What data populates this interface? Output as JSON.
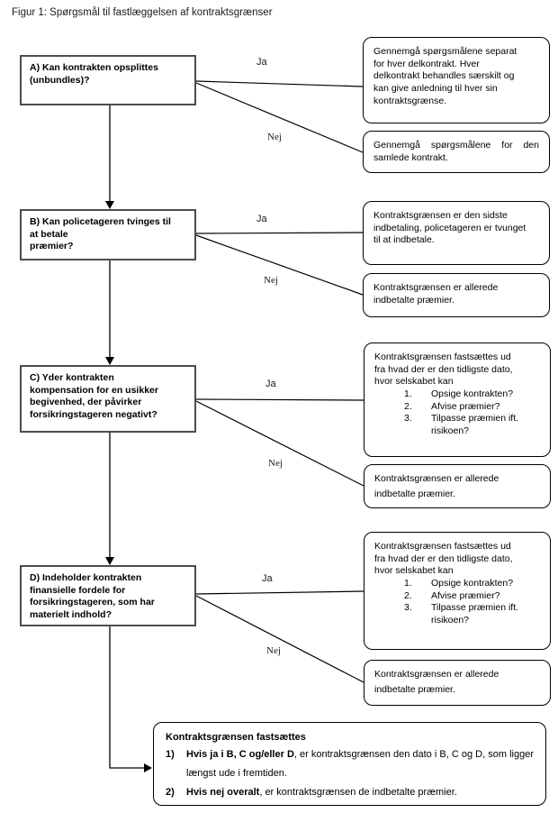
{
  "title": "Figur 1: Spørgsmål til fastlæggelsen af kontraktsgrænser",
  "rows": [
    {
      "id": "A",
      "question": "A) Kan kontrakten opsplittes\n(unbundles)?",
      "ja_label": "Ja",
      "nej_label": "Nej",
      "ja_outcome": "Gennemgå spørgsmålene separat\nfor hver delkontrakt. Hver\ndelkontrakt behandles særskilt og\nkan give anledning til hver sin\nkontraktsgrænse.",
      "nej_outcome": "Gennemgå spørgsmålene for den samlede kontrakt."
    },
    {
      "id": "B",
      "question": "B) Kan policetageren tvinges til\nat betale\npræmier?",
      "ja_label": "Ja",
      "nej_label": "Nej",
      "ja_outcome": "Kontraktsgrænsen er den sidste\nindbetaling, policetageren er tvunget\ntil at indbetale.",
      "nej_outcome": "Kontraktsgrænsen er allerede\nindbetalte præmier."
    },
    {
      "id": "C",
      "question": "C) Yder kontrakten\nkompensation for en usikker\nbegivenhed, der påvirker\nforsikringstageren negativt?",
      "ja_label": "Ja",
      "nej_label": "Nej",
      "ja_outcome_intro": "Kontraktsgrænsen fastsættes ud\nfra hvad der er den tidligste dato,\nhvor selskabet kan",
      "ja_outcome_items": [
        {
          "num": "1.",
          "text": "Opsige kontrakten?"
        },
        {
          "num": "2.",
          "text": "Afvise præmier?"
        },
        {
          "num": "3.",
          "text": "Tilpasse præmien ift. risikoen?"
        }
      ],
      "nej_outcome": "Kontraktsgrænsen er allerede\nindbetalte præmier."
    },
    {
      "id": "D",
      "question": "D) Indeholder kontrakten\nfinansielle fordele for\nforsikringstageren, som har\nmaterielt indhold?",
      "ja_label": "Ja",
      "nej_label": "Nej",
      "ja_outcome_intro": "Kontraktsgrænsen fastsættes ud\nfra hvad der er den tidligste dato,\nhvor selskabet kan",
      "ja_outcome_items": [
        {
          "num": "1.",
          "text": "Opsige kontrakten?"
        },
        {
          "num": "2.",
          "text": "Afvise præmier?"
        },
        {
          "num": "3.",
          "text": "Tilpasse præmien ift. risikoen?"
        }
      ],
      "nej_outcome": "Kontraktsgrænsen er allerede\nindbetalte præmier."
    }
  ],
  "conclusion": {
    "title": "Kontraktsgrænsen fastsættes",
    "items": [
      {
        "num": "1)",
        "bold": "Hvis ja i B, C og/eller D",
        "rest": ", er kontraktsgrænsen den dato i B, C og D, som ligger længst ude i fremtiden."
      },
      {
        "num": "2)",
        "bold": "Hvis nej overalt",
        "rest": ", er kontraktsgrænsen de indbetalte præmier."
      }
    ]
  },
  "colors": {
    "background": "#ffffff",
    "line": "#000000",
    "question_border": "#4d4d4d",
    "outcome_border": "#000000",
    "text": "#000000"
  }
}
